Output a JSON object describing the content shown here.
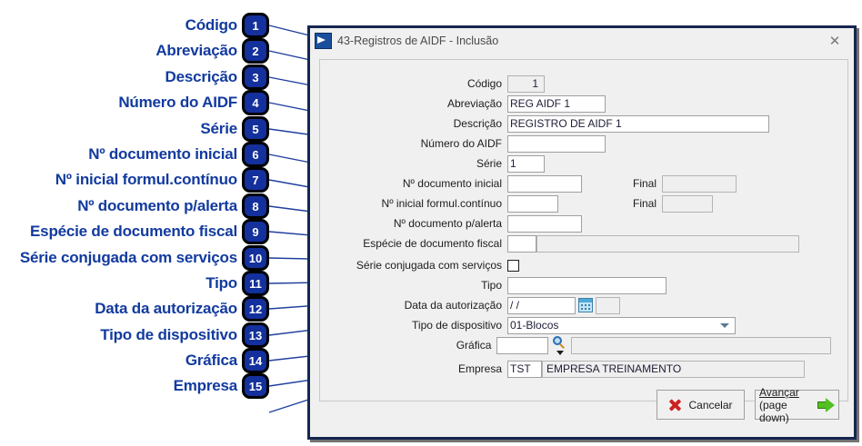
{
  "window": {
    "title": "43-Registros de AIDF - Inclusão",
    "icon": "app-window-icon",
    "close_icon": "close-icon"
  },
  "form": {
    "codigo": {
      "label": "Código",
      "value": "1"
    },
    "abreviacao": {
      "label": "Abreviação",
      "value": "REG AIDF 1"
    },
    "descricao": {
      "label": "Descrição",
      "value": "REGISTRO DE AIDF 1"
    },
    "numero_aidf": {
      "label": "Número do AIDF",
      "value": ""
    },
    "serie": {
      "label": "Série",
      "value": "1"
    },
    "doc_inicial": {
      "label": "Nº documento inicial",
      "value": "",
      "final_label": "Final",
      "final_value": ""
    },
    "formul_continuo": {
      "label": "Nº inicial formul.contínuo",
      "value": "",
      "final_label": "Final",
      "final_value": ""
    },
    "doc_alerta": {
      "label": "Nº documento p/alerta",
      "value": ""
    },
    "especie": {
      "label": "Espécie de documento fiscal",
      "code": "",
      "description": ""
    },
    "serie_conjugada": {
      "label": "Série conjugada com serviços",
      "checked": false
    },
    "tipo": {
      "label": "Tipo",
      "value": ""
    },
    "data_autorizacao": {
      "label": "Data da autorização",
      "value": "/  /",
      "calendar_icon": "calendar-icon",
      "extra_value": ""
    },
    "tipo_dispositivo": {
      "label": "Tipo de dispositivo",
      "value": "01-Blocos",
      "options": [
        "01-Blocos"
      ]
    },
    "grafica": {
      "label": "Gráfica",
      "code": "",
      "description": "",
      "search_icon": "magnifier-icon"
    },
    "empresa": {
      "label": "Empresa",
      "code": "TST",
      "name": "EMPRESA TREINAMENTO"
    }
  },
  "buttons": {
    "cancel": {
      "label": "Cancelar",
      "icon": "red-x-icon"
    },
    "next": {
      "label_line1": "Avançar",
      "label_line2": "(page down)",
      "icon": "green-arrow-icon"
    }
  },
  "annotations": [
    {
      "n": "1",
      "label": "Código"
    },
    {
      "n": "2",
      "label": "Abreviação"
    },
    {
      "n": "3",
      "label": "Descrição"
    },
    {
      "n": "4",
      "label": "Número do AIDF"
    },
    {
      "n": "5",
      "label": "Série"
    },
    {
      "n": "6",
      "label": "Nº documento inicial"
    },
    {
      "n": "7",
      "label": "Nº inicial formul.contínuo"
    },
    {
      "n": "8",
      "label": "Nº documento p/alerta"
    },
    {
      "n": "9",
      "label": "Espécie de documento fiscal"
    },
    {
      "n": "10",
      "label": "Série conjugada com serviços"
    },
    {
      "n": "11",
      "label": "Tipo"
    },
    {
      "n": "12",
      "label": "Data da autorização"
    },
    {
      "n": "13",
      "label": "Tipo de dispositivo"
    },
    {
      "n": "14",
      "label": "Gráfica"
    },
    {
      "n": "15",
      "label": "Empresa"
    }
  ],
  "colors": {
    "annotation_text": "#123a9e",
    "badge_fill": "#13309c",
    "leader_line": "#1f3f9e",
    "dialog_border": "#15264f",
    "dialog_bg": "#f0f0f0",
    "cancel_icon": "#cc2222",
    "next_icon": "#52c021"
  }
}
